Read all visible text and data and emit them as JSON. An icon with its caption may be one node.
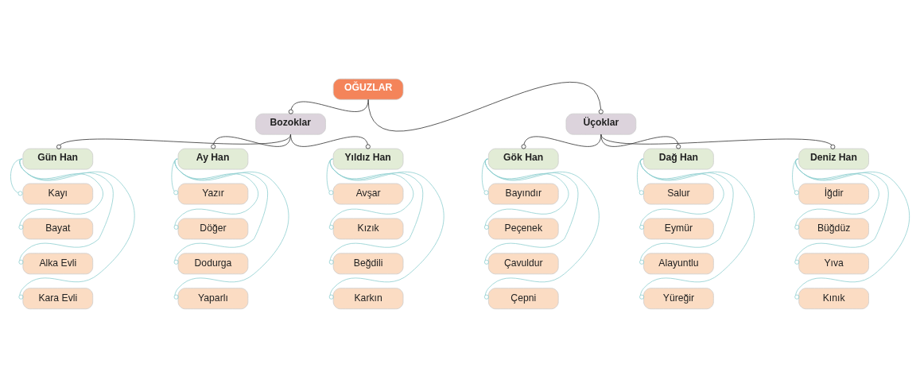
{
  "diagram": {
    "nodes": [
      {
        "text": [
          "OĞUZLAR"
        ]
      },
      {
        "text": [
          "Bozoklar"
        ]
      },
      {
        "text": [
          "Üçoklar"
        ]
      },
      {
        "text": [
          "Gün Han"
        ]
      },
      {
        "text": [
          "Ay Han"
        ]
      },
      {
        "text": [
          "Yıldız Han"
        ]
      },
      {
        "text": [
          "Gök Han"
        ]
      },
      {
        "text": [
          "Dağ Han"
        ]
      },
      {
        "text": [
          "Deniz Han"
        ]
      },
      {
        "text": [
          "Kayı"
        ]
      },
      {
        "text": [
          "Bayat"
        ]
      },
      {
        "text": [
          "Alka Evli"
        ]
      },
      {
        "text": [
          "Kara Evli"
        ]
      },
      {
        "text": [
          "Yazır"
        ]
      },
      {
        "text": [
          "Döğer"
        ]
      },
      {
        "text": [
          "Dodurga"
        ]
      },
      {
        "text": [
          "Yaparlı"
        ]
      },
      {
        "text": [
          "Avşar"
        ]
      },
      {
        "text": [
          "Kızık"
        ]
      },
      {
        "text": [
          "Beğdili"
        ]
      },
      {
        "text": [
          "Karkın"
        ]
      },
      {
        "text": [
          "Bayındır"
        ]
      },
      {
        "text": [
          "Peçenek"
        ]
      },
      {
        "text": [
          "Çavuldur"
        ]
      },
      {
        "text": [
          "Çepni"
        ]
      },
      {
        "text": [
          "Salur"
        ]
      },
      {
        "text": [
          "Eymür"
        ]
      },
      {
        "text": [
          "Alayuntlu"
        ]
      },
      {
        "text": [
          "Yüreğir"
        ]
      },
      {
        "text": [
          "İğdir"
        ]
      },
      {
        "text": [
          "Büğdüz"
        ]
      },
      {
        "text": [
          "Yıva"
        ]
      },
      {
        "text": [
          "Kınık"
        ]
      }
    ],
    "edges": [
      {
        "from": 0,
        "to": 1,
        "arrow": "other",
        "color": "#333333"
      },
      {
        "from": 0,
        "to": 2,
        "arrow": "other",
        "color": "#333333"
      },
      {
        "from": 1,
        "to": 3,
        "arrow": "other",
        "color": "#333333"
      },
      {
        "from": 1,
        "to": 4,
        "arrow": "other",
        "color": "#333333"
      },
      {
        "from": 1,
        "to": 5,
        "arrow": "other",
        "color": "#333333"
      },
      {
        "from": 2,
        "to": 6,
        "arrow": "other",
        "color": "#333333"
      },
      {
        "from": 2,
        "to": 7,
        "arrow": "other",
        "color": "#333333"
      },
      {
        "from": 2,
        "to": 8,
        "arrow": "other",
        "color": "#333333"
      },
      {
        "from": 3,
        "to": 9,
        "arrow": "other"
      },
      {
        "from": 3,
        "to": 10,
        "arrow": "other"
      },
      {
        "from": 3,
        "to": 11,
        "arrow": "other"
      },
      {
        "from": 3,
        "to": 12,
        "arrow": "other"
      },
      {
        "from": 4,
        "to": 13,
        "arrow": "other"
      },
      {
        "from": 4,
        "to": 14,
        "arrow": "other"
      },
      {
        "from": 4,
        "to": 15,
        "arrow": "other"
      },
      {
        "from": 4,
        "to": 16,
        "arrow": "other"
      },
      {
        "from": 5,
        "to": 17,
        "arrow": "other"
      },
      {
        "from": 5,
        "to": 18,
        "arrow": "other"
      },
      {
        "from": 5,
        "to": 19,
        "arrow": "other"
      },
      {
        "from": 5,
        "to": 20,
        "arrow": "other"
      },
      {
        "from": 6,
        "to": 21,
        "arrow": "other"
      },
      {
        "from": 6,
        "to": 22,
        "arrow": "other"
      },
      {
        "from": 6,
        "to": 23,
        "arrow": "other"
      },
      {
        "from": 6,
        "to": 24,
        "arrow": "other"
      },
      {
        "from": 7,
        "to": 25,
        "arrow": "other"
      },
      {
        "from": 7,
        "to": 26,
        "arrow": "other"
      },
      {
        "from": 7,
        "to": 27,
        "arrow": "other"
      },
      {
        "from": 7,
        "to": 28,
        "arrow": "other"
      },
      {
        "from": 8,
        "to": 29,
        "arrow": "other"
      },
      {
        "from": 8,
        "to": 30,
        "arrow": "other"
      },
      {
        "from": 8,
        "to": 31,
        "arrow": "other"
      },
      {
        "from": 8,
        "to": 32,
        "arrow": "other"
      }
    ]
  }
}
